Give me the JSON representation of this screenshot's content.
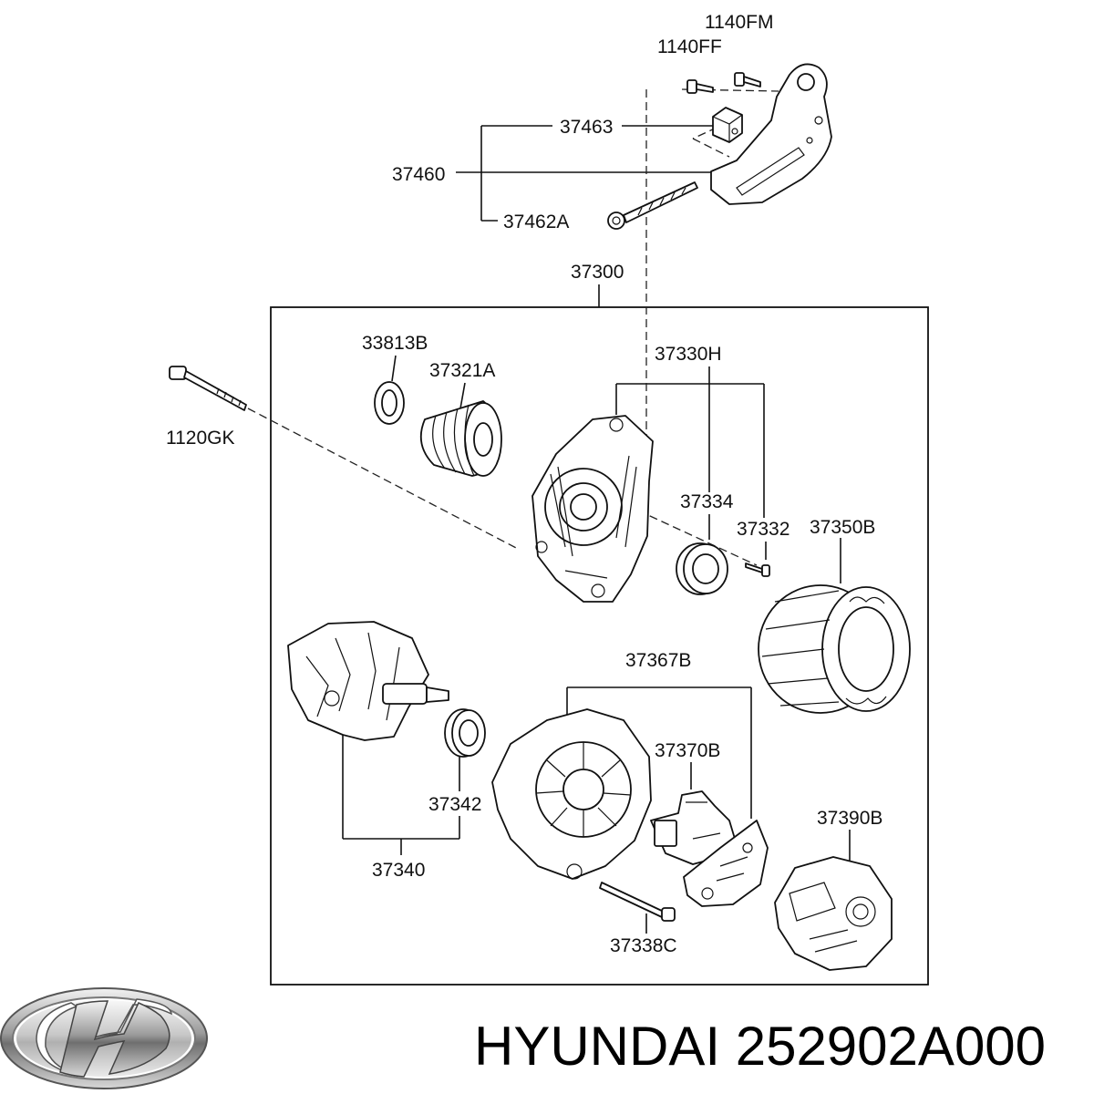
{
  "diagram": {
    "labels": {
      "p1140FM": "1140FM",
      "p1140FF": "1140FF",
      "p37463": "37463",
      "p37460": "37460",
      "p37462A": "37462A",
      "p37300": "37300",
      "p33813B": "33813B",
      "p37321A": "37321A",
      "p37330H": "37330H",
      "p1120GK": "1120GK",
      "p37334": "37334",
      "p37332": "37332",
      "p37350B": "37350B",
      "p37367B": "37367B",
      "p37370B": "37370B",
      "p37342": "37342",
      "p37390B": "37390B",
      "p37340": "37340",
      "p37338C": "37338C"
    }
  },
  "caption": {
    "brand": "HYUNDAI",
    "part_number": "252902A000"
  },
  "logo": {
    "icon": "hyundai-logo-icon"
  }
}
